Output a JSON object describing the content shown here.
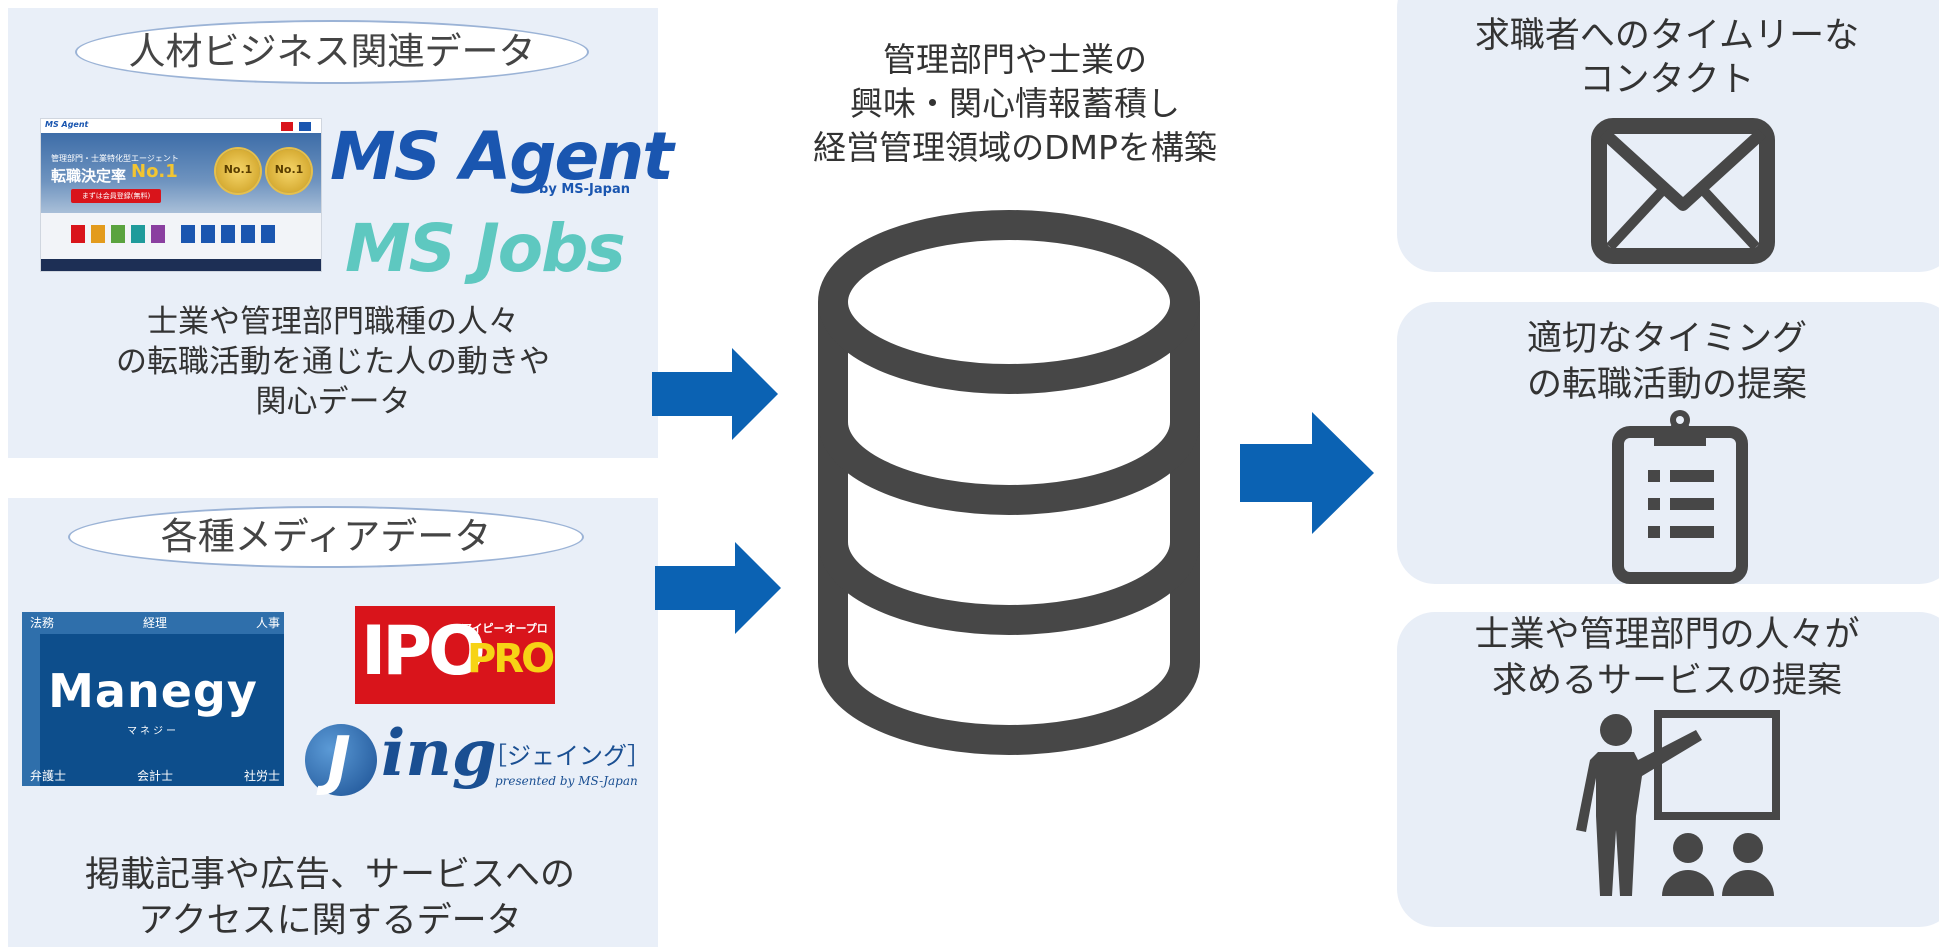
{
  "left_top": {
    "tag": "人材ビジネス関連データ",
    "logos": {
      "ms_agent": "MS Agent",
      "ms_agent_by": "by MS-Japan",
      "ms_jobs": "MS Jobs"
    },
    "site_thumb": {
      "brand": "MS Agent",
      "headline_small": "管理部門・士業特化型エージェント",
      "headline_big": "転職決定率",
      "no1": "No.1",
      "cta": "まずは会員登録(無料)"
    },
    "desc": [
      "士業や管理部門職種の人々",
      "の転職活動を通じた人の動きや",
      "関心データ"
    ]
  },
  "left_bottom": {
    "tag": "各種メディアデータ",
    "manegy": {
      "top_labels": [
        "法務",
        "経理",
        "人事"
      ],
      "name": "Manegy",
      "kana": "マネジー",
      "bottom_labels": [
        "弁護士",
        "会計士",
        "社労士"
      ]
    },
    "ipopro": {
      "big": "IPO",
      "pro": "PRO",
      "kana": "アイピーオープロ"
    },
    "jing": {
      "mark": "J",
      "name": "ing",
      "kana": "［ジェイング］",
      "sub": "presented by MS-Japan"
    },
    "desc": [
      "掲載記事や広告、サービスへの",
      "アクセスに関するデータ"
    ]
  },
  "center": {
    "caption": [
      "管理部門や士業の",
      "興味・関心情報蓄積し",
      "経営管理領域のDMPを構築"
    ],
    "db_icon": "database-icon"
  },
  "right": [
    {
      "title": [
        "求職者へのタイムリーな",
        "コンタクト"
      ],
      "icon": "mail-icon"
    },
    {
      "title": [
        "適切なタイミング",
        "の転職活動の提案"
      ],
      "icon": "clipboard-icon"
    },
    {
      "title": [
        "士業や管理部門の人々が",
        "求めるサービスの提案"
      ],
      "icon": "presentation-icon"
    }
  ],
  "colors": {
    "arrow": "#0b62b3",
    "panel": "#e9eff8",
    "icon": "#444444",
    "manegy": "#0d4e8c",
    "ipopro": "#d9141b",
    "msagent": "#1a56b0",
    "msjobs": "#5ec8c0"
  }
}
